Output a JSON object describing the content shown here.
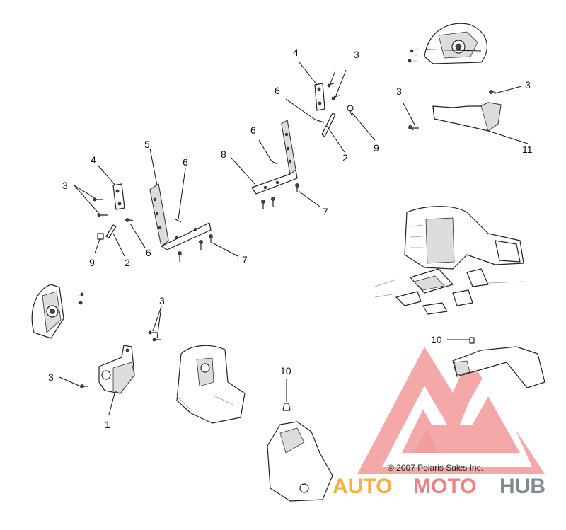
{
  "diagram": {
    "callouts": {
      "c1": "1",
      "c2a": "2",
      "c2b": "2",
      "c3a": "3",
      "c3b": "3",
      "c3c": "3",
      "c3d": "3",
      "c3e": "3",
      "c3f": "3",
      "c4a": "4",
      "c4b": "4",
      "c5": "5",
      "c6a": "6",
      "c6b": "6",
      "c6c": "6",
      "c6d": "6",
      "c7a": "7",
      "c7b": "7",
      "c8": "8",
      "c9a": "9",
      "c9b": "9",
      "c10a": "10",
      "c10b": "10",
      "c11": "11"
    },
    "copyright": "© 2007 Polaris Sales Inc."
  },
  "watermark": {
    "part1": "AUTO",
    "part2": "MOTO",
    "part3": "HUB",
    "colors": {
      "logo": "#f08080",
      "auto": "#f5b041",
      "moto": "#f08080",
      "hub": "#7f8c8d"
    }
  }
}
